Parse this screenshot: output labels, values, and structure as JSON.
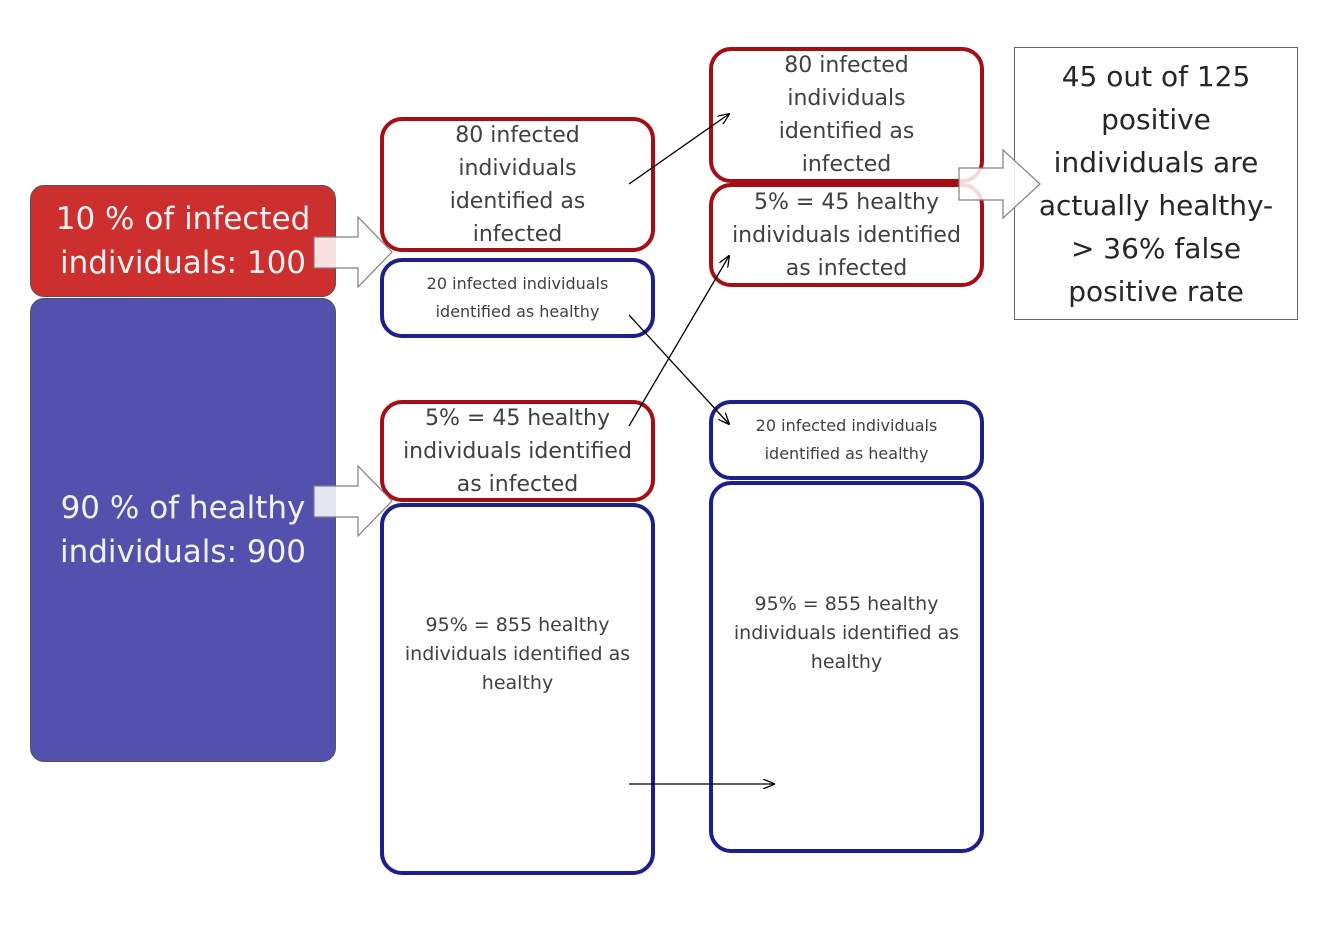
{
  "population": {
    "infected": "10 % of infected individuals: 100",
    "healthy": "90 % of healthy individuals: 900"
  },
  "stage1": {
    "true_pos": "80 infected individuals identified as infected",
    "false_neg": "20 infected individuals identified as healthy",
    "false_pos": "5% = 45 healthy individuals identified as infected",
    "true_neg": "95% = 855 healthy individuals identified as healthy"
  },
  "stage2": {
    "true_pos": "80 infected individuals identified as infected",
    "false_pos": "5% = 45 healthy individuals identified as infected",
    "false_neg": "20 infected individuals identified as healthy",
    "true_neg": "95% = 855 healthy individuals identified as healthy"
  },
  "result": "45 out of 125 positive individuals are actually healthy-> 36% false positive rate",
  "colors": {
    "infected_fill": "#cd2e2e",
    "healthy_fill": "#5351ad",
    "infected_border": "#a50e15",
    "healthy_border": "#1f1f8a"
  }
}
